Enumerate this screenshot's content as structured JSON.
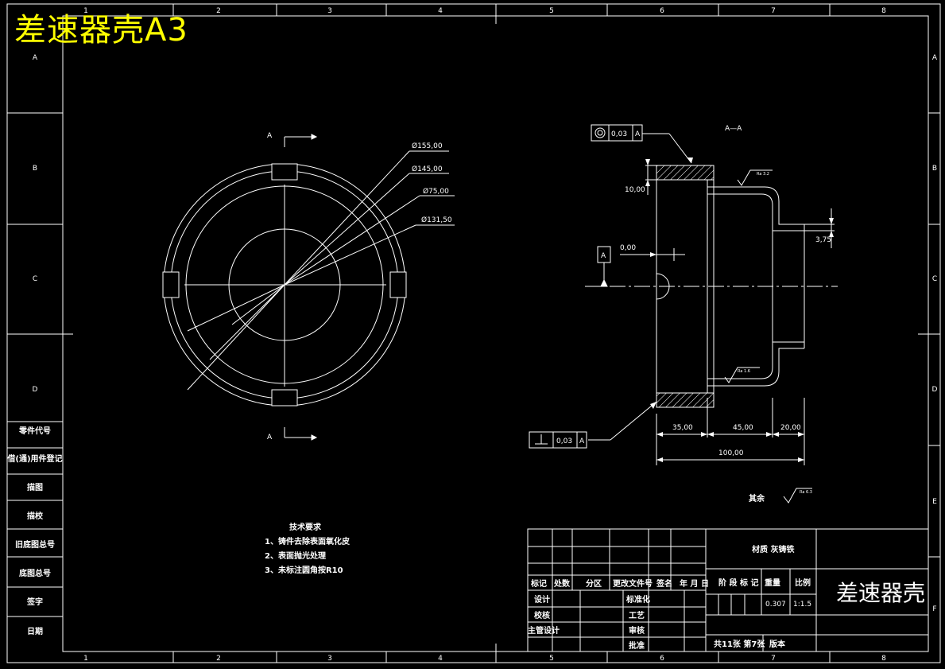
{
  "watermark": "差速器壳A3",
  "border": {
    "columns": [
      "1",
      "2",
      "3",
      "4",
      "5",
      "6",
      "7",
      "8"
    ],
    "rows": [
      "A",
      "B",
      "C",
      "D",
      "E",
      "F"
    ]
  },
  "left_strip": [
    "零件代号",
    "借(通)用件登记",
    "描图",
    "描校",
    "旧底图总号",
    "底图总号",
    "签字",
    "日期"
  ],
  "front_view": {
    "section_label": "A",
    "diameters": [
      "Ø155,00",
      "Ø145,00",
      "Ø75,00",
      "Ø131,50"
    ]
  },
  "section_view": {
    "title": "A—A",
    "tolerance_top": {
      "value": "0,03",
      "datum": "A"
    },
    "tolerance_bottom": {
      "value": "0,03",
      "datum": "A"
    },
    "datum_box": "A",
    "dims": {
      "wall": "10,00",
      "offset": "0,00",
      "step": "3,75",
      "len1": "35,00",
      "len2": "45,00",
      "len3": "20,00",
      "total": "100,00"
    },
    "roughness_top": "Ra 3.2",
    "roughness_bottom": "Ra 1.6",
    "roughness_rest": "Ra 6.3"
  },
  "rest_label": "其余",
  "tech_requirements": {
    "title": "技术要求",
    "items": [
      "1、铸件去除表面氧化皮",
      "2、表面抛光处理",
      "3、未标注圆角按R10"
    ]
  },
  "title_block": {
    "material": "材质 灰铸铁",
    "part_name": "差速器壳",
    "headers": [
      "标记",
      "处数",
      "分区",
      "更改文件号",
      "签名",
      "年 月 日"
    ],
    "roles": [
      "设计",
      "校核",
      "主管设计"
    ],
    "roles2": [
      "标准化",
      "工艺",
      "审核",
      "批准"
    ],
    "stage_label": "阶 段 标 记",
    "weight_label": "重量",
    "scale_label": "比例",
    "weight": "0.307",
    "scale": "1:1.5",
    "sheets": "共11张 第7张",
    "version": "版本"
  }
}
